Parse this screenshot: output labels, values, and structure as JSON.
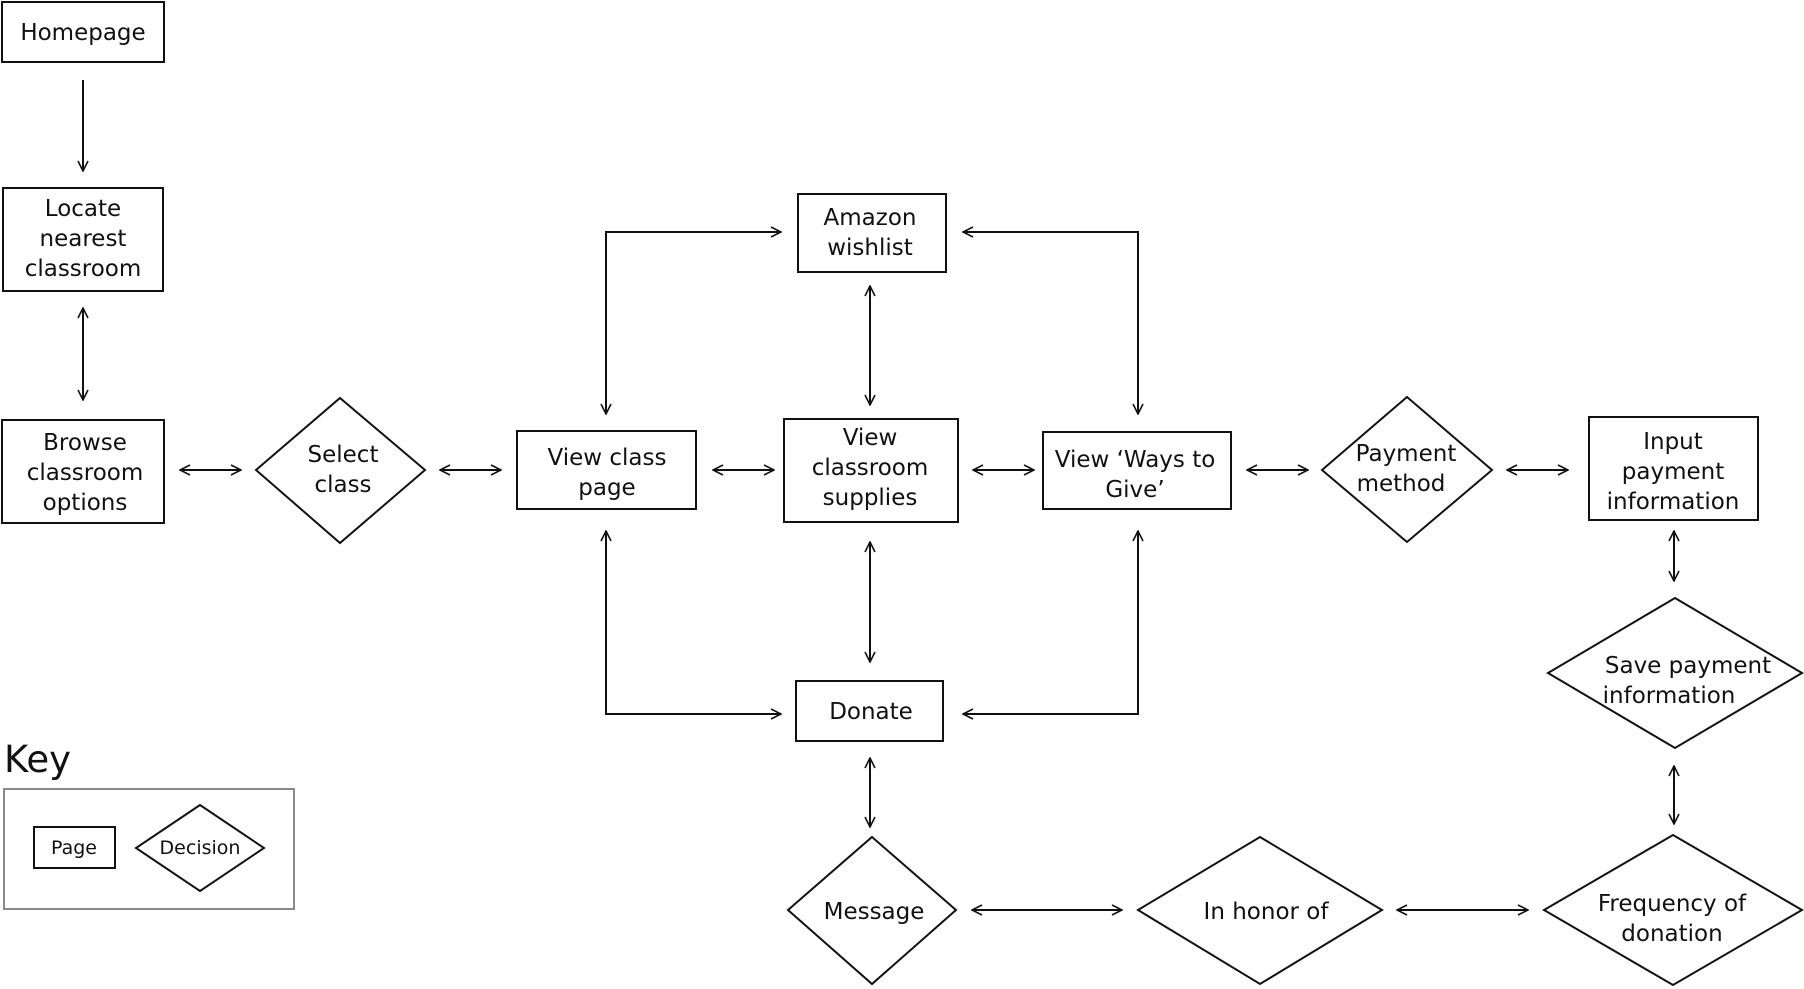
{
  "nodes": {
    "homepage": "Homepage",
    "locate_nearest_classroom": [
      "Locate",
      "nearest",
      "classroom"
    ],
    "browse_classroom_options": [
      "Browse",
      "classroom",
      "options"
    ],
    "select_class": [
      "Select",
      "class"
    ],
    "view_class_page": [
      "View class",
      "page"
    ],
    "amazon_wishlist": [
      "Amazon",
      "wishlist"
    ],
    "view_classroom_supplies": [
      "View",
      "classroom",
      "supplies"
    ],
    "view_ways_to_give": [
      "View ‘Ways to",
      "Give’"
    ],
    "payment_method": [
      "Payment",
      "method"
    ],
    "input_payment_information": [
      "Input",
      "payment",
      "information"
    ],
    "save_payment_information": [
      "Save payment",
      "information"
    ],
    "donate": "Donate",
    "message": "Message",
    "in_honor_of": "In honor of",
    "frequency_of_donation": [
      "Frequency of",
      "donation"
    ]
  },
  "key": {
    "title": "Key",
    "page_label": "Page",
    "decision_label": "Decision"
  }
}
